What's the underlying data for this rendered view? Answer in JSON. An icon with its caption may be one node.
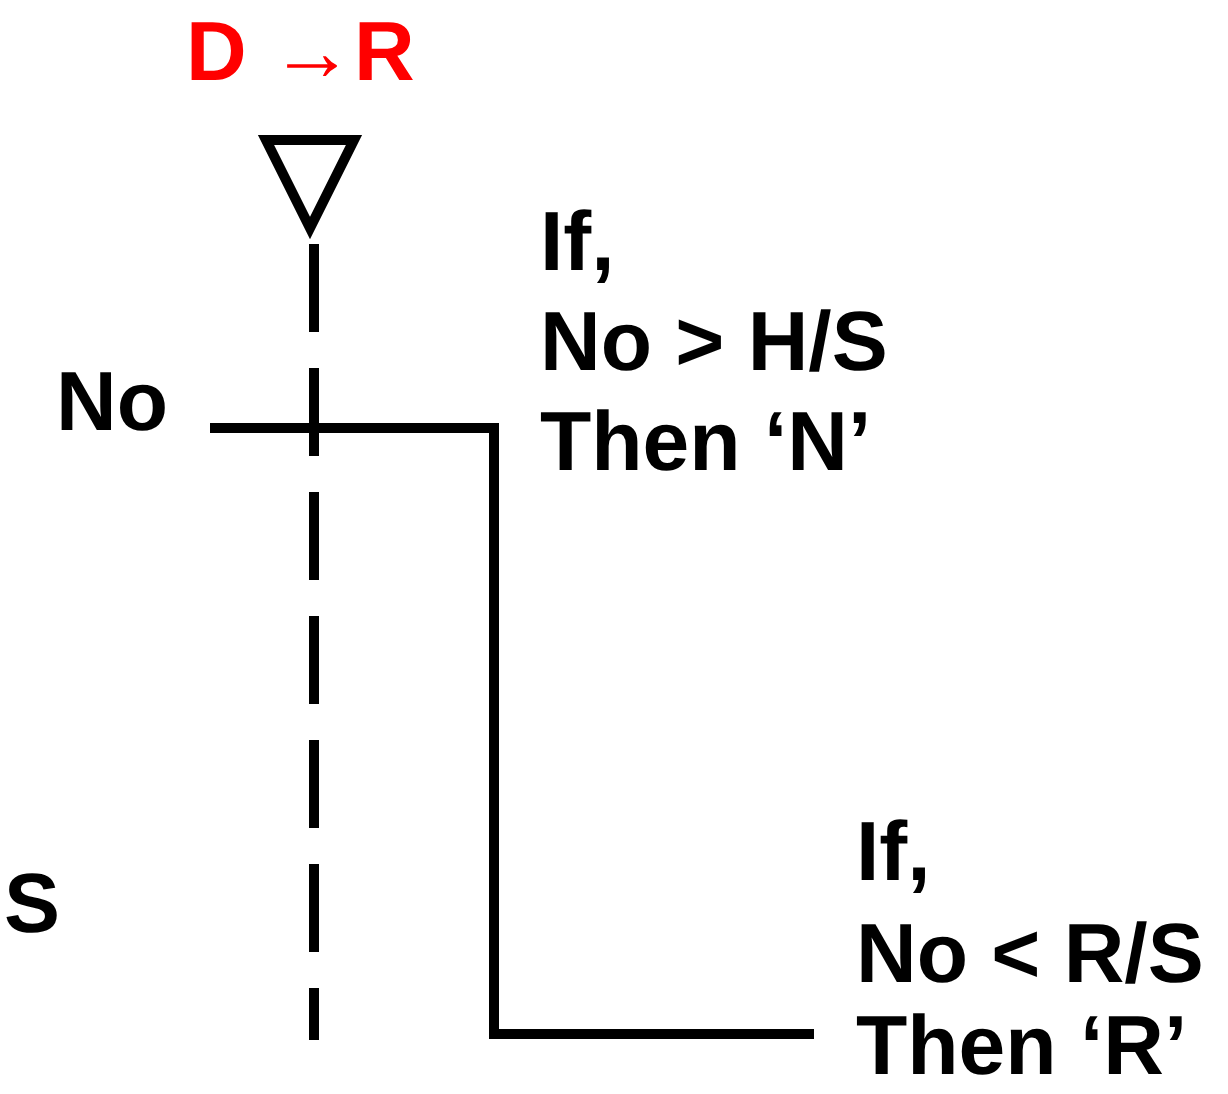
{
  "diagram": {
    "labels": [
      "D →R",
      "If,",
      "No > H/S",
      "No",
      "Then ‘N’",
      "If,",
      "S",
      "No < R/S",
      "Then ‘R’"
    ]
  }
}
